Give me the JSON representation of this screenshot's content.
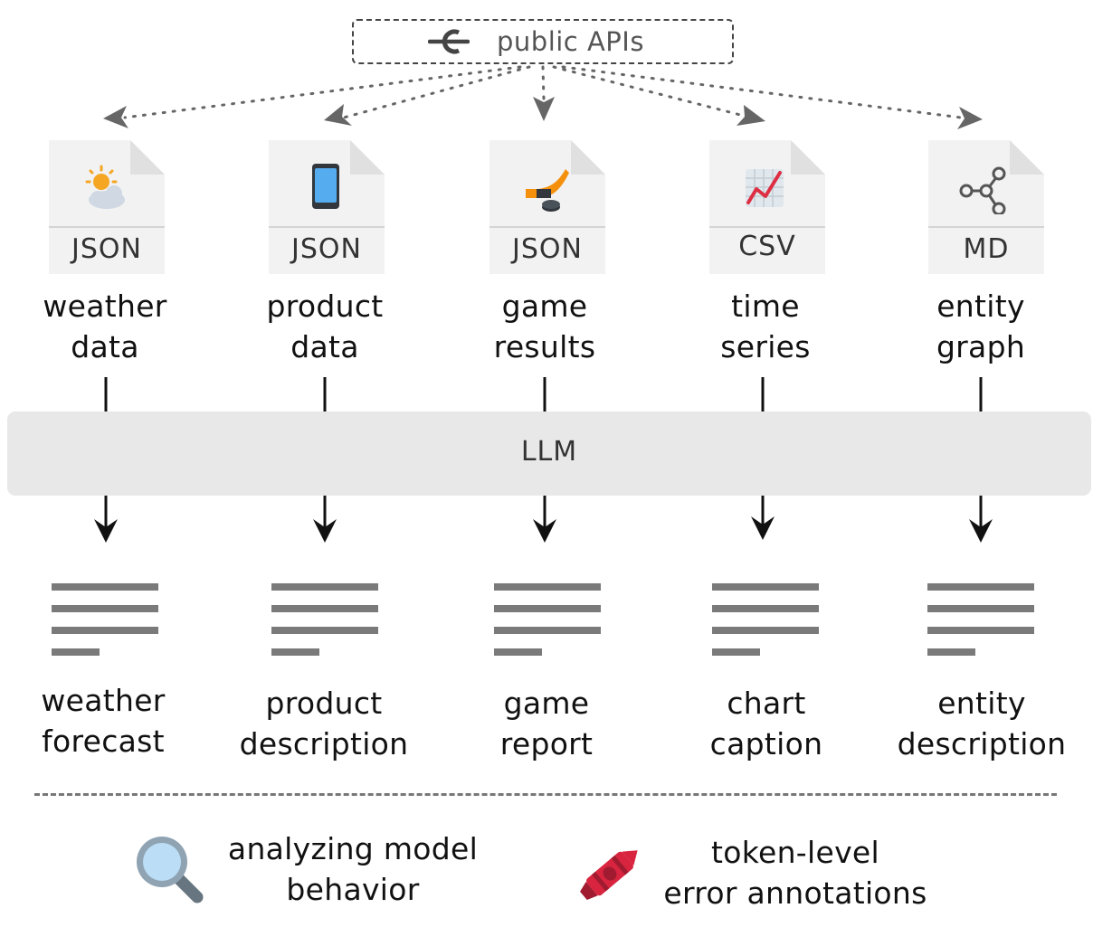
{
  "api": {
    "label": "public APIs",
    "icon": "api-plug-icon"
  },
  "sources": [
    {
      "format": "JSON",
      "label_line1": "weather",
      "label_line2": "data",
      "icon": "sun-behind-cloud-icon"
    },
    {
      "format": "JSON",
      "label_line1": "product",
      "label_line2": "data",
      "icon": "mobile-phone-icon"
    },
    {
      "format": "JSON",
      "label_line1": "game",
      "label_line2": "results",
      "icon": "ice-hockey-icon"
    },
    {
      "format": "CSV",
      "label_line1": "time",
      "label_line2": "series",
      "icon": "chart-increasing-icon"
    },
    {
      "format": "MD",
      "label_line1": "entity",
      "label_line2": "graph",
      "icon": "graph-nodes-icon"
    }
  ],
  "model": {
    "label": "LLM"
  },
  "outputs": [
    {
      "label_line1": "weather",
      "label_line2": "forecast",
      "icon": "text-document-icon"
    },
    {
      "label_line1": "product",
      "label_line2": "description",
      "icon": "text-document-icon"
    },
    {
      "label_line1": "game",
      "label_line2": "report",
      "icon": "text-document-icon"
    },
    {
      "label_line1": "chart",
      "label_line2": "caption",
      "icon": "text-document-icon"
    },
    {
      "label_line1": "entity",
      "label_line2": "description",
      "icon": "text-document-icon"
    }
  ],
  "legend": [
    {
      "icon": "magnifying-glass-icon",
      "line1": "analyzing model",
      "line2": "behavior"
    },
    {
      "icon": "crayon-icon",
      "line1": "token-level",
      "line2": "error annotations"
    }
  ],
  "colors": {
    "doc_fill": "#f2f2f2",
    "doc_fold": "#e0e0e0",
    "llm_fill": "#e8e8e8",
    "text_lines": "#7a7a7a",
    "arrow_dotted": "#666666",
    "arrow_solid": "#111111",
    "crayon": "#d8243f",
    "magnifier": "#8fa3b3"
  }
}
